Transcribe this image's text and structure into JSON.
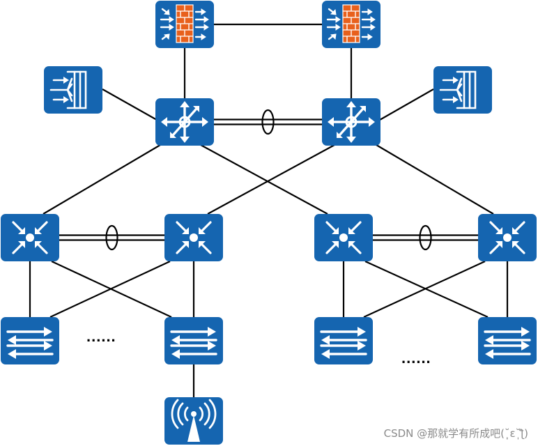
{
  "diagram": {
    "device_color": "#1565b0",
    "firewall_color": "#e8601c",
    "link_color": "#000000",
    "devices": [
      {
        "id": "fw-1",
        "kind": "firewall"
      },
      {
        "id": "fw-2",
        "kind": "firewall"
      },
      {
        "id": "lb-1",
        "kind": "load-balancer"
      },
      {
        "id": "lb-2",
        "kind": "load-balancer"
      },
      {
        "id": "core-1",
        "kind": "router"
      },
      {
        "id": "core-2",
        "kind": "router"
      },
      {
        "id": "agg-1",
        "kind": "aggregation-switch"
      },
      {
        "id": "agg-2",
        "kind": "aggregation-switch"
      },
      {
        "id": "agg-3",
        "kind": "aggregation-switch"
      },
      {
        "id": "agg-4",
        "kind": "aggregation-switch"
      },
      {
        "id": "acc-1",
        "kind": "access-switch"
      },
      {
        "id": "acc-2",
        "kind": "access-switch"
      },
      {
        "id": "acc-3",
        "kind": "access-switch"
      },
      {
        "id": "acc-4",
        "kind": "access-switch"
      },
      {
        "id": "ap-1",
        "kind": "wireless-ap"
      }
    ],
    "links": [
      {
        "from": "fw-1",
        "to": "fw-2"
      },
      {
        "from": "fw-1",
        "to": "core-1"
      },
      {
        "from": "fw-2",
        "to": "core-2"
      },
      {
        "from": "lb-1",
        "to": "core-1"
      },
      {
        "from": "lb-2",
        "to": "core-2"
      },
      {
        "from": "core-1",
        "to": "core-2",
        "aggregated": true
      },
      {
        "from": "core-1",
        "to": "agg-1"
      },
      {
        "from": "core-1",
        "to": "agg-3"
      },
      {
        "from": "core-2",
        "to": "agg-2"
      },
      {
        "from": "core-2",
        "to": "agg-4"
      },
      {
        "from": "agg-1",
        "to": "agg-2",
        "aggregated": true
      },
      {
        "from": "agg-3",
        "to": "agg-4",
        "aggregated": true
      },
      {
        "from": "agg-1",
        "to": "acc-1"
      },
      {
        "from": "agg-1",
        "to": "acc-2"
      },
      {
        "from": "agg-2",
        "to": "acc-1"
      },
      {
        "from": "agg-2",
        "to": "acc-2"
      },
      {
        "from": "agg-3",
        "to": "acc-3"
      },
      {
        "from": "agg-3",
        "to": "acc-4"
      },
      {
        "from": "agg-4",
        "to": "acc-3"
      },
      {
        "from": "agg-4",
        "to": "acc-4"
      },
      {
        "from": "acc-2",
        "to": "ap-1"
      }
    ],
    "ellipsis_left": "......",
    "ellipsis_right": "......"
  },
  "watermark": "CSDN @那就学有所成吧(˘̩̩̩ε˘̩ƪ)"
}
